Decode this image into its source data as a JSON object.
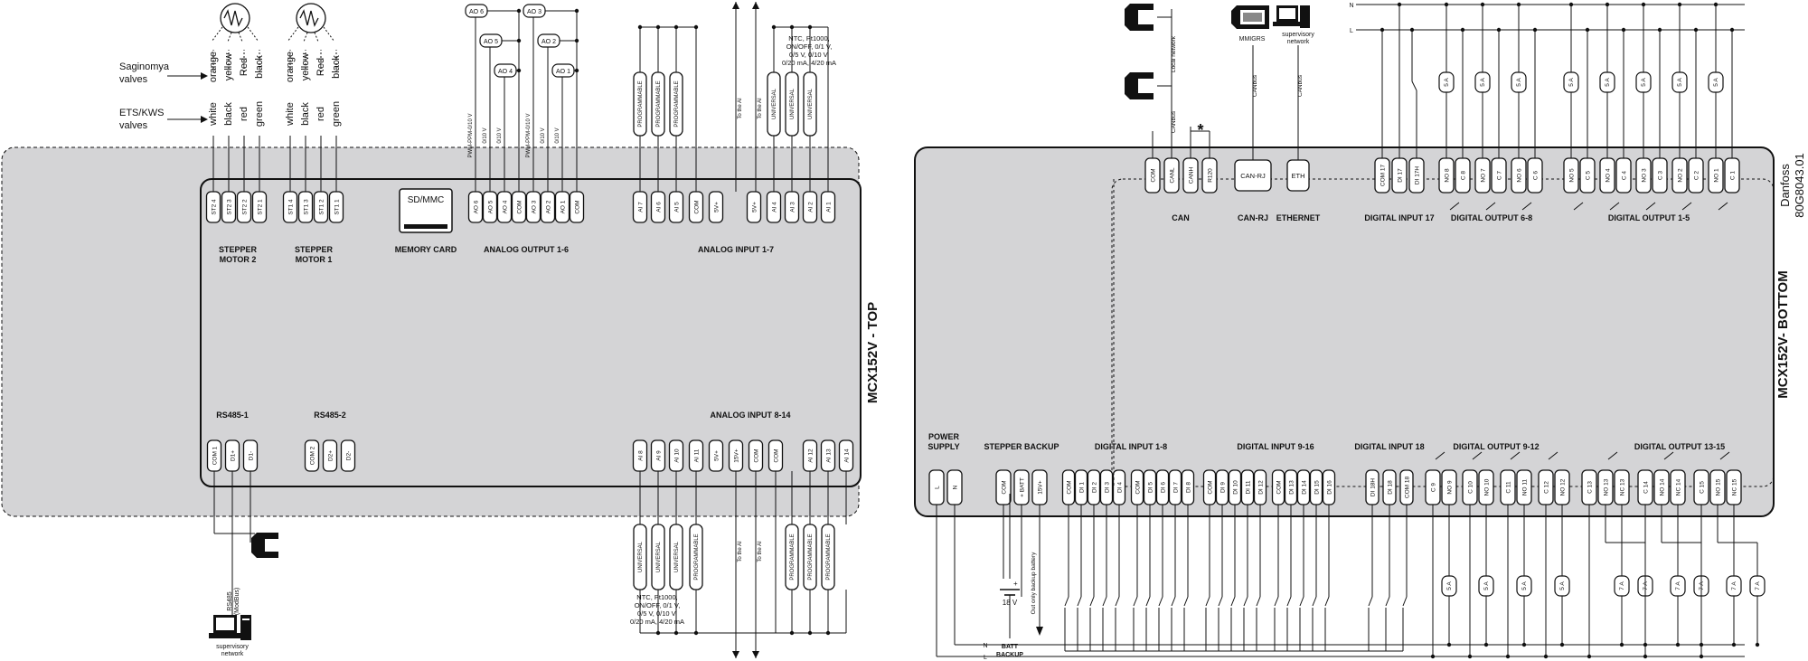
{
  "top": {
    "title": "MCX152V - TOP",
    "valves_saginomya": "Saginomya valves",
    "valves_etskws": "ETS/KWS valves",
    "wire_colors_saginomya": [
      "orange",
      "yellow",
      "Red",
      "black",
      "orange",
      "yellow",
      "Red",
      "black"
    ],
    "wire_colors_ets": [
      "white",
      "black",
      "red",
      "green",
      "white",
      "black",
      "red",
      "green"
    ],
    "stepper2_terms": [
      "ST2 4",
      "ST2 3",
      "ST2 2",
      "ST2 1"
    ],
    "stepper1_terms": [
      "ST1 4",
      "ST1 3",
      "ST1 2",
      "ST1 1"
    ],
    "stepper2_label": [
      "STEPPER",
      "MOTOR 2"
    ],
    "stepper1_label": [
      "STEPPER",
      "MOTOR 1"
    ],
    "memory_card": "SD/MMC",
    "memory_card_label": "MEMORY CARD",
    "ao_terms": [
      "AO 6",
      "AO 5",
      "AO 4",
      "COM",
      "AO 3",
      "AO 2",
      "AO 1",
      "COM"
    ],
    "ao_label": "ANALOG OUTPUT 1-6",
    "ao_boxes": [
      "AO 6",
      "AO 5",
      "AO 4",
      "AO 3",
      "AO 2",
      "AO 1"
    ],
    "ao_signals": [
      "PWM-PPM-0/10 V",
      "0/10 V",
      "0/10 V",
      "PWM-PPM-0/10 V",
      "0/10 V",
      "0/10 V"
    ],
    "ai17_terms": [
      "AI 7",
      "AI 6",
      "AI 5",
      "COM",
      "5V+",
      "5V+",
      "AI 4",
      "AI 3",
      "AI 2",
      "AI 1"
    ],
    "ai17_label": "ANALOG INPUT 1-7",
    "ai17_types": [
      "PROGRAMMABLE",
      "PROGRAMMABLE",
      "PROGRAMMABLE",
      "UNIVERSAL",
      "UNIVERSAL",
      "UNIVERSAL"
    ],
    "to_the_ai": "To the AI",
    "ai_note_top": [
      "NTC, Pt1000,",
      "ON/OFF, 0/1 V,",
      "0/5 V, 0/10 V,",
      "0/20 mA, 4/20 mA"
    ],
    "rs485_1": "RS485-1",
    "rs485_2": "RS485-2",
    "rs485_1_terms": [
      "COM 1",
      "D1+",
      "D1-"
    ],
    "rs485_2_terms": [
      "COM 2",
      "D2+",
      "D2-"
    ],
    "ai814_label": "ANALOG INPUT 8-14",
    "ai814_terms": [
      "AI 8",
      "AI 9",
      "AI 10",
      "AI 11",
      "5V+",
      "15V+",
      "COM",
      "COM",
      "AI 12",
      "AI 13",
      "AI 14"
    ],
    "ai814_types": [
      "UNIVERSAL",
      "UNIVERSAL",
      "UNIVERSAL",
      "PROGRAMMABLE",
      "PROGRAMMABLE",
      "PROGRAMMABLE",
      "PROGRAMMABLE"
    ],
    "ai_note_bottom": [
      "NTC, Pt1000,",
      "ON/OFF, 0/1 V,",
      "0/5 V, 0/10 V,",
      "0/20 mA, 4/20 mA"
    ],
    "rs485_vert": [
      "RS485",
      "(ModBus)"
    ],
    "supervisory": [
      "supervisory",
      "network"
    ]
  },
  "bottom": {
    "title": "MCX152V- BOTTOM",
    "brand": "Danfoss",
    "code": "80G8043.01",
    "can_terms": [
      "COM",
      "CANL",
      "CANH",
      "R120"
    ],
    "can_label": "CAN",
    "canrj_term": "CAN-RJ",
    "canrj_label": "CAN-RJ",
    "eth_term": "ETH",
    "eth_label": "ETHERNET",
    "canbus": "CANbus",
    "local_network": "Local network",
    "mmigrs": "MMIGRS",
    "supervisory": [
      "supervisory",
      "network"
    ],
    "asterisk": "*",
    "di17_label": "DIGITAL INPUT 17",
    "di17_terms": [
      "COM 17",
      "DI 17",
      "DI 17H"
    ],
    "do68_label": "DIGITAL OUTPUT 6-8",
    "do68_terms": [
      "NO 8",
      "C 8",
      "NO 7",
      "C 7",
      "NO 6",
      "C 6"
    ],
    "do15_label": "DIGITAL OUTPUT 1-5",
    "do15_terms": [
      "NO 5",
      "C 5",
      "NO 4",
      "C 4",
      "NO 3",
      "C 3",
      "NO 2",
      "C 2",
      "NO 1",
      "C 1"
    ],
    "fuse_5a": "5 A",
    "fuse_7a": "7 A",
    "power_label": [
      "POWER",
      "SUPPLY"
    ],
    "power_terms": [
      "L",
      "N"
    ],
    "backup_label": "STEPPER BACKUP",
    "backup_terms": [
      "COM",
      "+ BATT",
      "15V+"
    ],
    "di18_group": "DIGITAL INPUT 1-8",
    "di18_terms": [
      "COM",
      "DI 1",
      "DI 2",
      "DI 3",
      "DI 4",
      "COM",
      "DI 5",
      "DI 6",
      "DI 7",
      "DI 8"
    ],
    "di916_label": "DIGITAL INPUT 9-16",
    "di916_terms": [
      "COM",
      "DI 9",
      "DI 10",
      "DI 11",
      "DI 12",
      "COM",
      "DI 13",
      "DI 14",
      "DI 15",
      "DI 16"
    ],
    "di18_label": "DIGITAL INPUT 18",
    "di18_single_terms": [
      "DI 18H",
      "DI 18",
      "COM 18"
    ],
    "do912_label": "DIGITAL OUTPUT 9-12",
    "do912_terms": [
      "C 9",
      "NO 9",
      "C 10",
      "NO 10",
      "C 11",
      "NO 11",
      "C 12",
      "NO 12"
    ],
    "do1315_label": "DIGITAL OUTPUT 13-15",
    "do1315_terms": [
      "C 13",
      "NO 13",
      "NC 13",
      "C 14",
      "NO 14",
      "NC 14",
      "C 15",
      "NO 15",
      "NC 15"
    ],
    "battery_v": "18 V",
    "battery_label": [
      "BATT",
      "BACKUP"
    ],
    "backup_note": "Out only backup battery",
    "line_n": "N",
    "line_l": "L"
  },
  "colors": {
    "board": "#d4d4d6",
    "term": "#ffffff",
    "line": "#111111"
  }
}
